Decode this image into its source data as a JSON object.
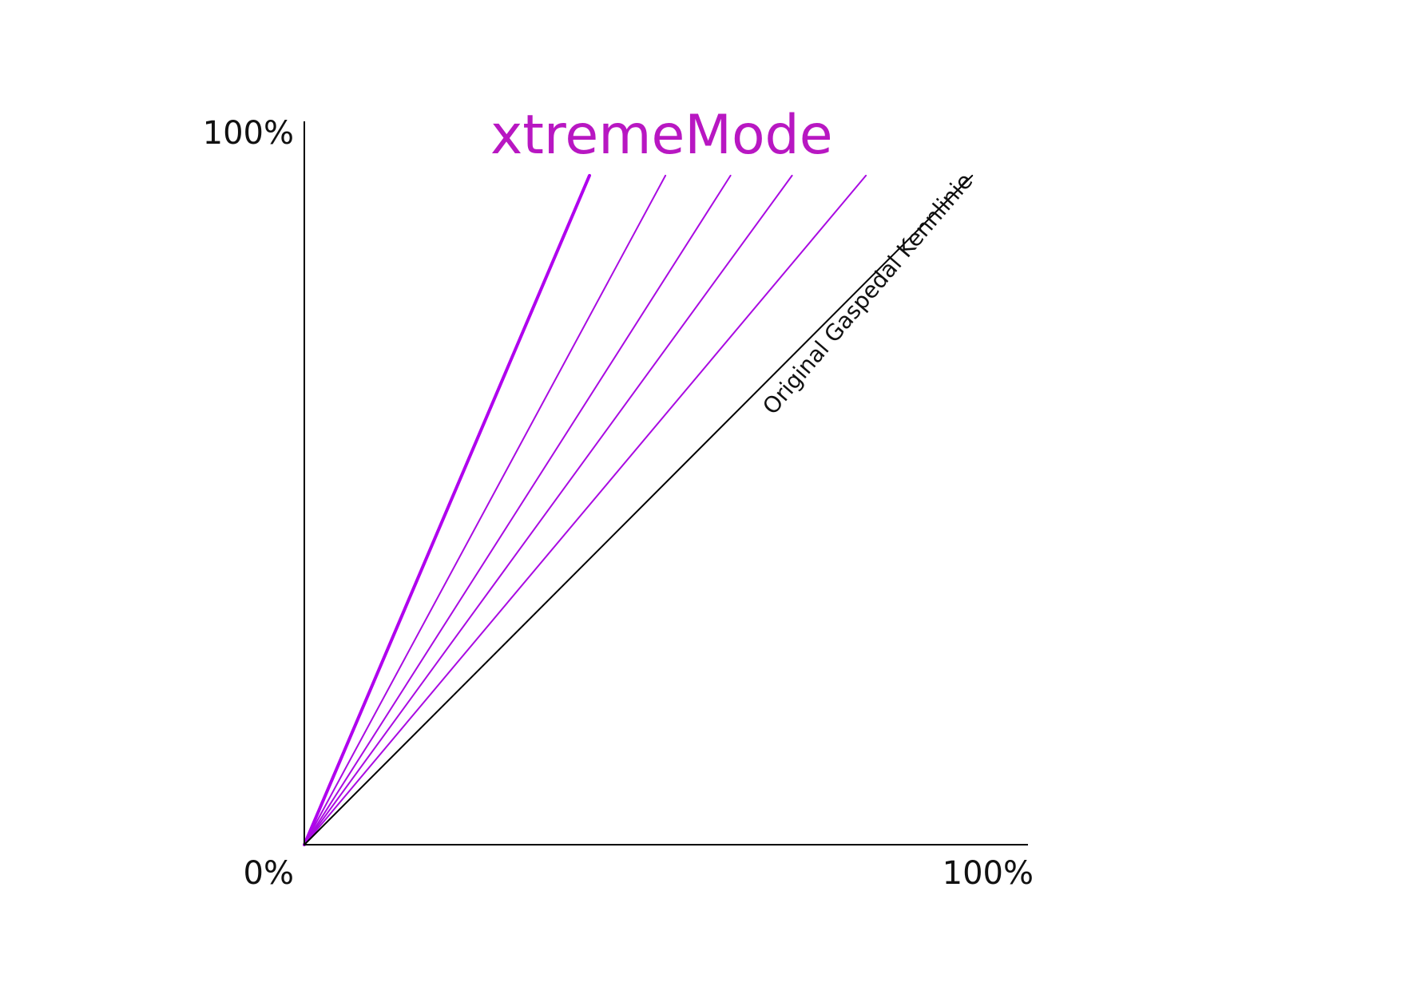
{
  "chart_data": {
    "type": "line",
    "title": "xtremeMode",
    "title_color": "#b817c2",
    "xlabel": "",
    "ylabel": "",
    "xlim": [
      0,
      100
    ],
    "ylim": [
      0,
      100
    ],
    "grid": false,
    "x_ticks": [
      {
        "value": 0,
        "label": "0%"
      },
      {
        "value": 100,
        "label": "100%"
      }
    ],
    "y_ticks": [
      {
        "value": 100,
        "label": "100%"
      }
    ],
    "series": [
      {
        "color": "#b000ee",
        "emphasis": "bold",
        "x": [
          0,
          39.4
        ],
        "y": [
          0,
          92.5
        ]
      },
      {
        "color": "#a90be2",
        "x": [
          0,
          49.9
        ],
        "y": [
          0,
          92.5
        ]
      },
      {
        "color": "#a90be2",
        "x": [
          0,
          58.9
        ],
        "y": [
          0,
          92.5
        ]
      },
      {
        "color": "#a90be2",
        "x": [
          0,
          67.4
        ],
        "y": [
          0,
          92.5
        ]
      },
      {
        "color": "#a90be2",
        "x": [
          0,
          77.6
        ],
        "y": [
          0,
          92.5
        ]
      },
      {
        "name": "Original Gaspedal Kennlinie",
        "color": "#000000",
        "x": [
          0,
          92.3
        ],
        "y": [
          0,
          92.5
        ]
      }
    ],
    "annotation": "Original Gaspedal Kennlinie"
  }
}
